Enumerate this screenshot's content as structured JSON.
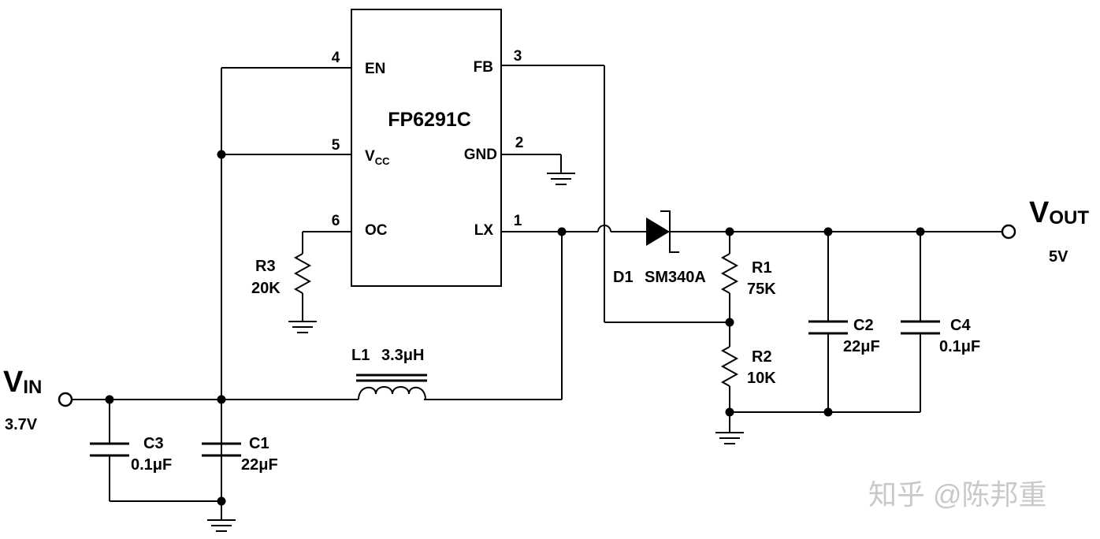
{
  "chip": {
    "name": "FP6291C",
    "pins": {
      "en": {
        "number": "4",
        "label": "EN"
      },
      "vcc": {
        "number": "5",
        "label": "V",
        "sub": "CC"
      },
      "oc": {
        "number": "6",
        "label": "OC"
      },
      "fb": {
        "number": "3",
        "label": "FB"
      },
      "gnd": {
        "number": "2",
        "label": "GND"
      },
      "lx": {
        "number": "1",
        "label": "LX"
      }
    }
  },
  "input": {
    "symbol": "V",
    "sub": "IN",
    "voltage": "3.7V"
  },
  "output": {
    "symbol": "V",
    "sub": "OUT",
    "voltage": "5V"
  },
  "components": {
    "r3": {
      "ref": "R3",
      "value": "20K"
    },
    "l1": {
      "ref": "L1",
      "value": "3.3μH"
    },
    "d1": {
      "ref": "D1",
      "value": "SM340A"
    },
    "r1": {
      "ref": "R1",
      "value": "75K"
    },
    "r2": {
      "ref": "R2",
      "value": "10K"
    },
    "c1": {
      "ref": "C1",
      "value": "22μF"
    },
    "c2": {
      "ref": "C2",
      "value": "22μF"
    },
    "c3": {
      "ref": "C3",
      "value": "0.1μF"
    },
    "c4": {
      "ref": "C4",
      "value": "0.1μF"
    }
  },
  "watermark": "知乎 @陈邦重"
}
